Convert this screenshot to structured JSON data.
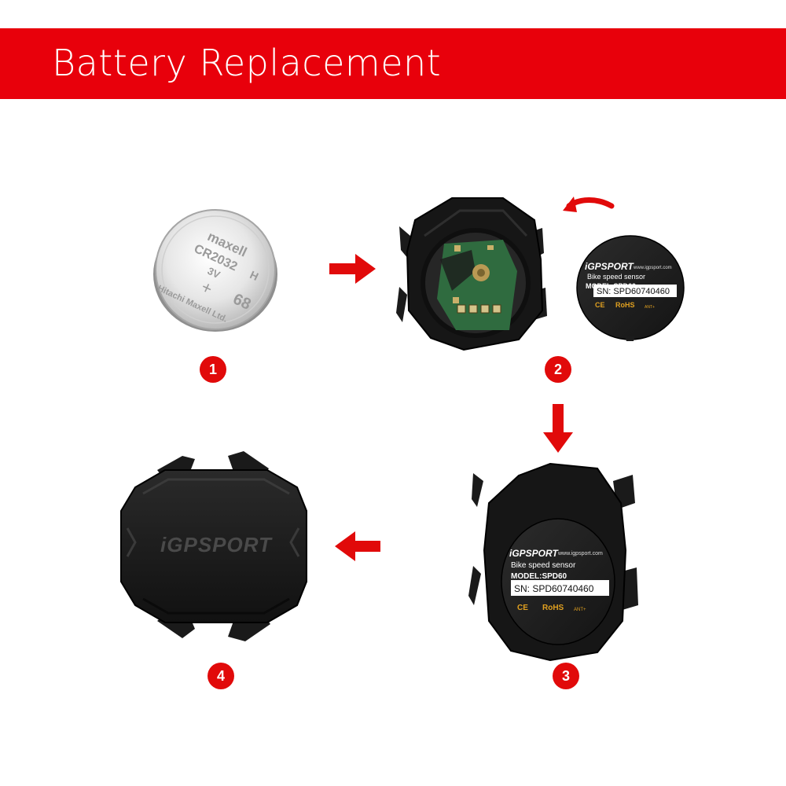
{
  "header": {
    "title": "Battery Replacement",
    "background_color": "#e8000b"
  },
  "battery": {
    "brand": "maxell",
    "model": "CR2032",
    "grade": "H",
    "voltage": "3V",
    "maker": "Hitachi Maxell Ltd.",
    "code": "68"
  },
  "sensor_label": {
    "brand": "iGPSPORT",
    "website": "www.igpsport.com",
    "product": "Bike speed sensor",
    "model": "MODEL:SPD60",
    "serial": "SN:  SPD60740460",
    "ce": "CE",
    "rohs": "RoHS",
    "ant": "ANT+"
  },
  "sensor_case_brand": "iGPSPORT",
  "steps": [
    {
      "number": "1"
    },
    {
      "number": "2"
    },
    {
      "number": "3"
    },
    {
      "number": "4"
    }
  ],
  "colors": {
    "accent_red": "#e10a0a",
    "sensor_body": "#1c1c1c"
  },
  "icons": [
    "arrow-right-icon",
    "curved-arrow-icon",
    "arrow-down-icon",
    "arrow-left-icon"
  ]
}
